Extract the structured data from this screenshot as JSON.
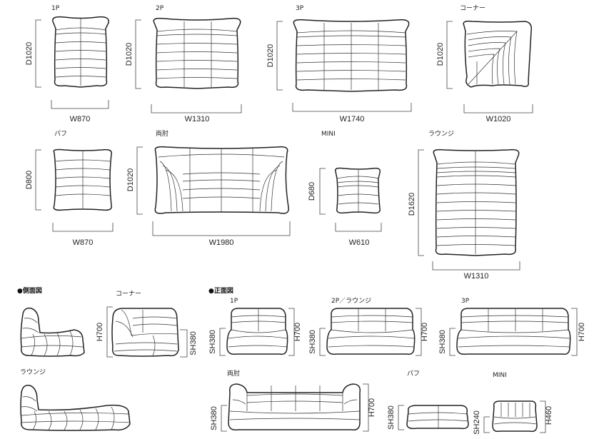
{
  "plan_views": [
    {
      "label": "1P",
      "width": "W870",
      "depth": "D1020"
    },
    {
      "label": "2P",
      "width": "W1310",
      "depth": "D1020"
    },
    {
      "label": "3P",
      "width": "W1740",
      "depth": "D1020"
    },
    {
      "label": "コーナー",
      "width": "W1020",
      "depth": "D1020"
    },
    {
      "label": "パフ",
      "width": "W870",
      "depth": "D800"
    },
    {
      "label": "両肘",
      "width": "W1980",
      "depth": "D1020"
    },
    {
      "label": "MINI",
      "width": "W610",
      "depth": "D680"
    },
    {
      "label": "ラウンジ",
      "width": "W1310",
      "depth": "D1620"
    }
  ],
  "side_section": {
    "title": "●側面図",
    "corner_label": "コーナー",
    "lounge_label": "ラウンジ",
    "h": "H700",
    "sh": "SH380"
  },
  "front_section": {
    "title": "●正面図",
    "items": [
      {
        "label": "1P",
        "h": "H700",
        "sh": "SH380"
      },
      {
        "label": "2P／ラウンジ",
        "h": "H700",
        "sh": "SH380"
      },
      {
        "label": "3P",
        "h": "H700",
        "sh": "SH380"
      },
      {
        "label": "両肘",
        "h": "H700",
        "sh": "SH380"
      },
      {
        "label": "パフ",
        "h": "",
        "sh": "SH380"
      },
      {
        "label": "MINI",
        "h": "H460",
        "sh": "SH240"
      }
    ]
  }
}
